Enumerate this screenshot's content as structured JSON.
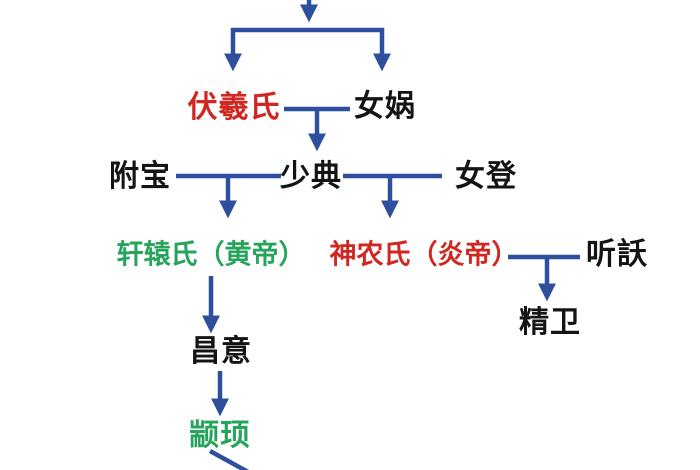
{
  "diagram": {
    "type": "family-tree",
    "subject": "Chinese mythology genealogy (Fuxi / Nuwa / Yellow Emperor / Yan Emperor lineage)",
    "colors": {
      "connector": "#2d4f9e",
      "red": "#d22620",
      "green": "#27a45c",
      "black": "#141414",
      "background": "#ffffff"
    },
    "nodes": [
      {
        "id": "fuxi",
        "label": "伏羲氏",
        "color": "#d22620"
      },
      {
        "id": "nuwa",
        "label": "女娲",
        "color": "#141414"
      },
      {
        "id": "fubao",
        "label": "附宝",
        "color": "#141414"
      },
      {
        "id": "shaodian",
        "label": "少典",
        "color": "#141414"
      },
      {
        "id": "nudeng",
        "label": "女登",
        "color": "#141414"
      },
      {
        "id": "xuanyuan",
        "label": "轩辕氏（黄帝）",
        "color": "#27a45c"
      },
      {
        "id": "shennong",
        "label": "神农氏（炎帝）",
        "color": "#d22620"
      },
      {
        "id": "tingyao",
        "label": "听訞",
        "color": "#141414"
      },
      {
        "id": "jingwei",
        "label": "精卫",
        "color": "#141414"
      },
      {
        "id": "changyi",
        "label": "昌意",
        "color": "#141414"
      },
      {
        "id": "zhuanxu",
        "label": "颛顼",
        "color": "#27a45c"
      }
    ],
    "edges": [
      {
        "type": "branch",
        "parent": "off-screen-top",
        "children": [
          "伏羲氏",
          "女娲"
        ]
      },
      {
        "type": "marriage",
        "between": [
          "伏羲氏",
          "女娲"
        ],
        "child": "少典"
      },
      {
        "type": "marriage",
        "between": [
          "附宝",
          "少典"
        ],
        "child": "轩辕氏（黄帝）"
      },
      {
        "type": "marriage",
        "between": [
          "少典",
          "女登"
        ],
        "child": "神农氏（炎帝）"
      },
      {
        "type": "marriage",
        "between": [
          "神农氏（炎帝）",
          "听訞"
        ],
        "child": "精卫"
      },
      {
        "type": "descent",
        "parent": "轩辕氏（黄帝）",
        "child": "昌意"
      },
      {
        "type": "descent",
        "parent": "昌意",
        "child": "颛顼"
      },
      {
        "type": "descent",
        "parent": "颛顼",
        "child": "off-screen-bottom"
      }
    ]
  }
}
